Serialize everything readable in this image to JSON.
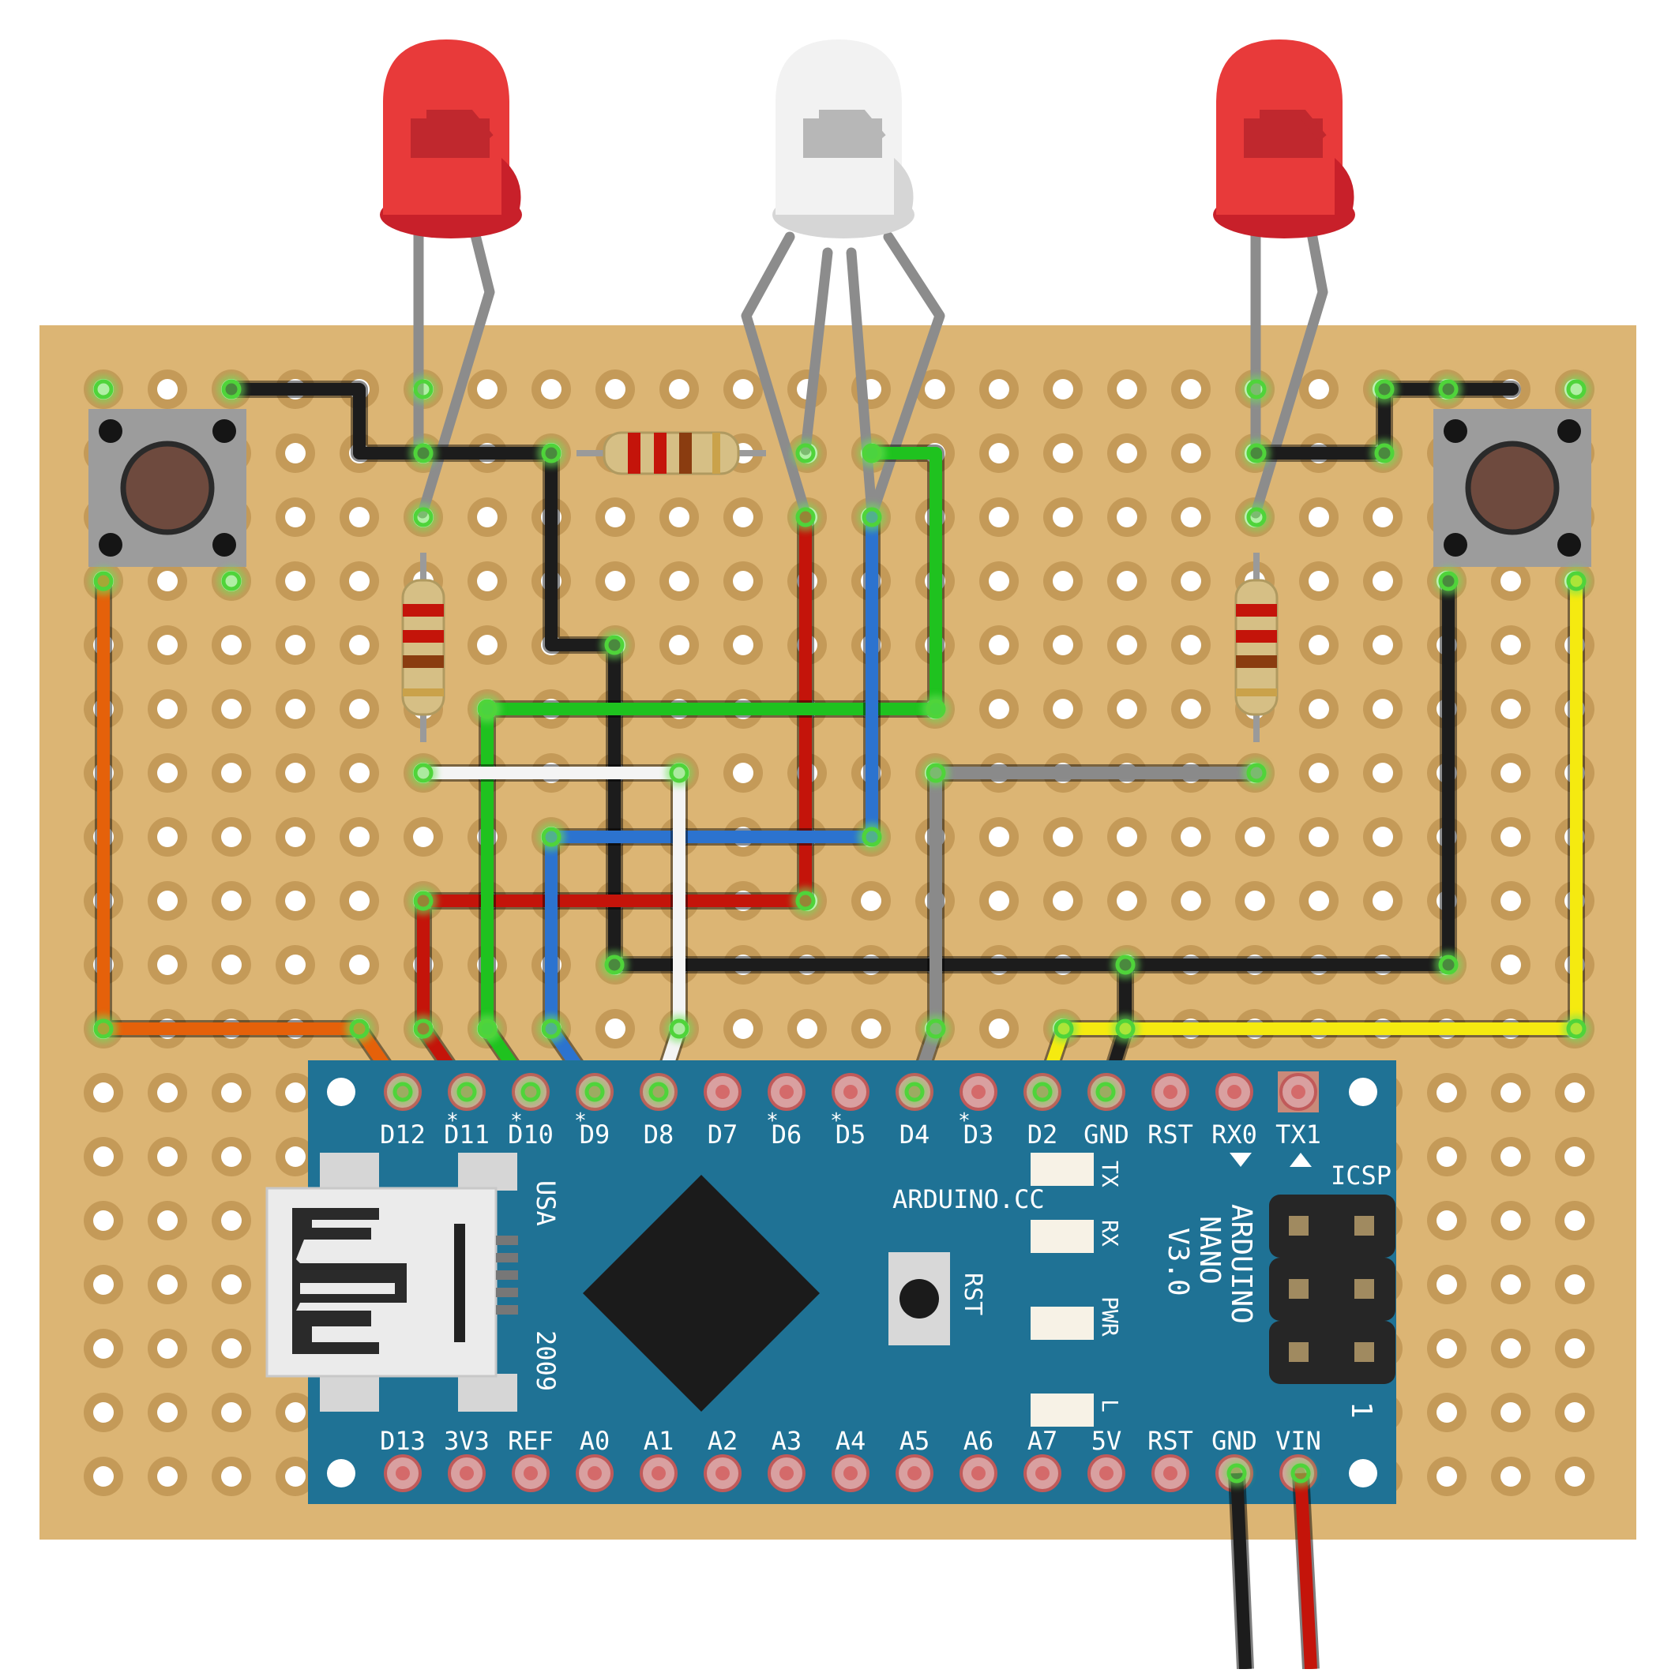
{
  "colors": {
    "board": "#dcb574",
    "hole": "#ffffff",
    "pad": "#c49a58",
    "nano": "#1f7295",
    "wire_black": "#1c1c1c",
    "wire_red": "#c4140a",
    "wire_green": "#1fc21f",
    "wire_blue": "#2c73cf",
    "wire_white": "#f4f4f4",
    "wire_gray": "#8a8a8a",
    "wire_orange": "#e5610a",
    "wire_yellow": "#f5ea10",
    "led_red": "#e83a3a",
    "led_white": "#f2f2f2"
  },
  "nano": {
    "top_pins": [
      {
        "label": "D12",
        "star": ""
      },
      {
        "label": "D11",
        "star": "*"
      },
      {
        "label": "D10",
        "star": "*"
      },
      {
        "label": "D9",
        "star": "*"
      },
      {
        "label": "D8",
        "star": ""
      },
      {
        "label": "D7",
        "star": ""
      },
      {
        "label": "D6",
        "star": "*"
      },
      {
        "label": "D5",
        "star": "*"
      },
      {
        "label": "D4",
        "star": ""
      },
      {
        "label": "D3",
        "star": "*"
      },
      {
        "label": "D2",
        "star": ""
      },
      {
        "label": "GND",
        "star": ""
      },
      {
        "label": "RST",
        "star": ""
      },
      {
        "label": "RX0",
        "star": ""
      },
      {
        "label": "TX1",
        "star": ""
      }
    ],
    "bottom_pins": [
      "D13",
      "3V3",
      "REF",
      "A0",
      "A1",
      "A2",
      "A3",
      "A4",
      "A5",
      "A6",
      "A7",
      "5V",
      "RST",
      "GND",
      "VIN"
    ],
    "led_labels": [
      "TX",
      "RX",
      "PWR",
      "L"
    ],
    "site": "ARDUINO.CC",
    "name_lines": [
      "ARDUINO",
      "NANO",
      "V3.0"
    ],
    "icsp": "ICSP",
    "icsp_pin": "1",
    "reset": "RST",
    "usa": "USA",
    "year": "2009"
  }
}
